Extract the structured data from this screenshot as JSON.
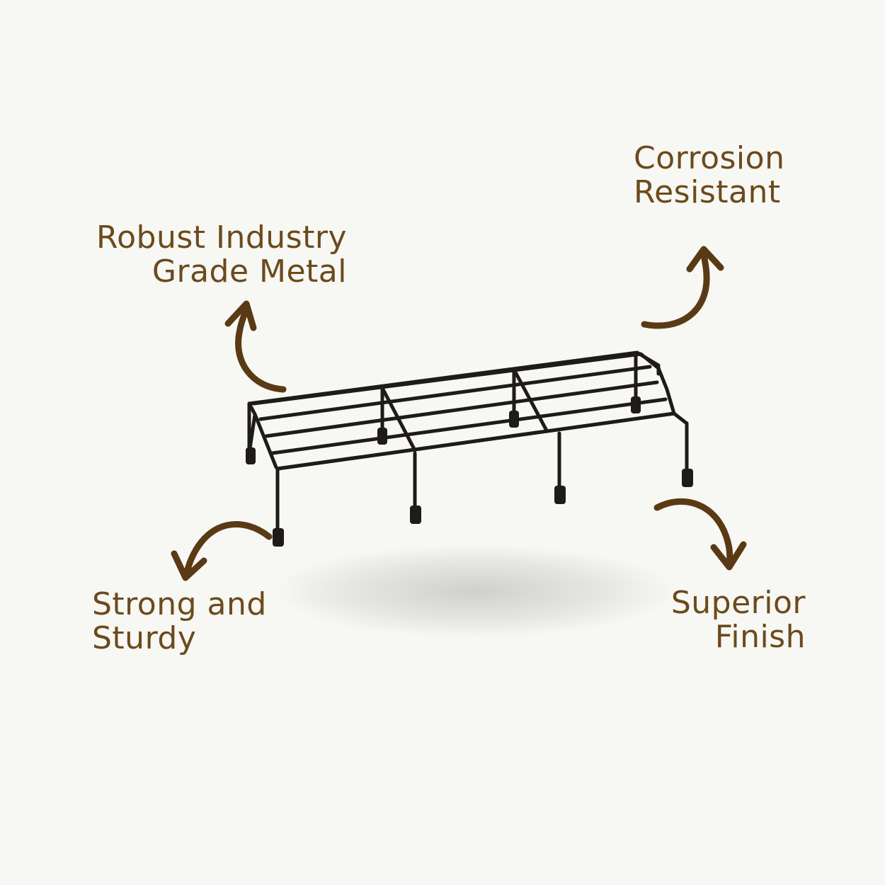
{
  "features": {
    "robust": {
      "line1": "Robust Industry",
      "line2": "Grade Metal"
    },
    "corrosion": {
      "line1": "Corrosion",
      "line2": "Resistant"
    },
    "strong": {
      "line1": "Strong and",
      "line2": "Sturdy"
    },
    "superior": {
      "line1": "Superior",
      "line2": "Finish"
    }
  },
  "colors": {
    "background": "#f7f7f3",
    "text_accent": "#6b4a1c",
    "arrow": "#5a3a14",
    "metal": "#1e1b19"
  },
  "icons": {
    "arrows": [
      "curved-arrow-up-left",
      "curved-arrow-up-right",
      "curved-arrow-down-left",
      "curved-arrow-down-right"
    ],
    "product": "metal-plant-stand"
  }
}
